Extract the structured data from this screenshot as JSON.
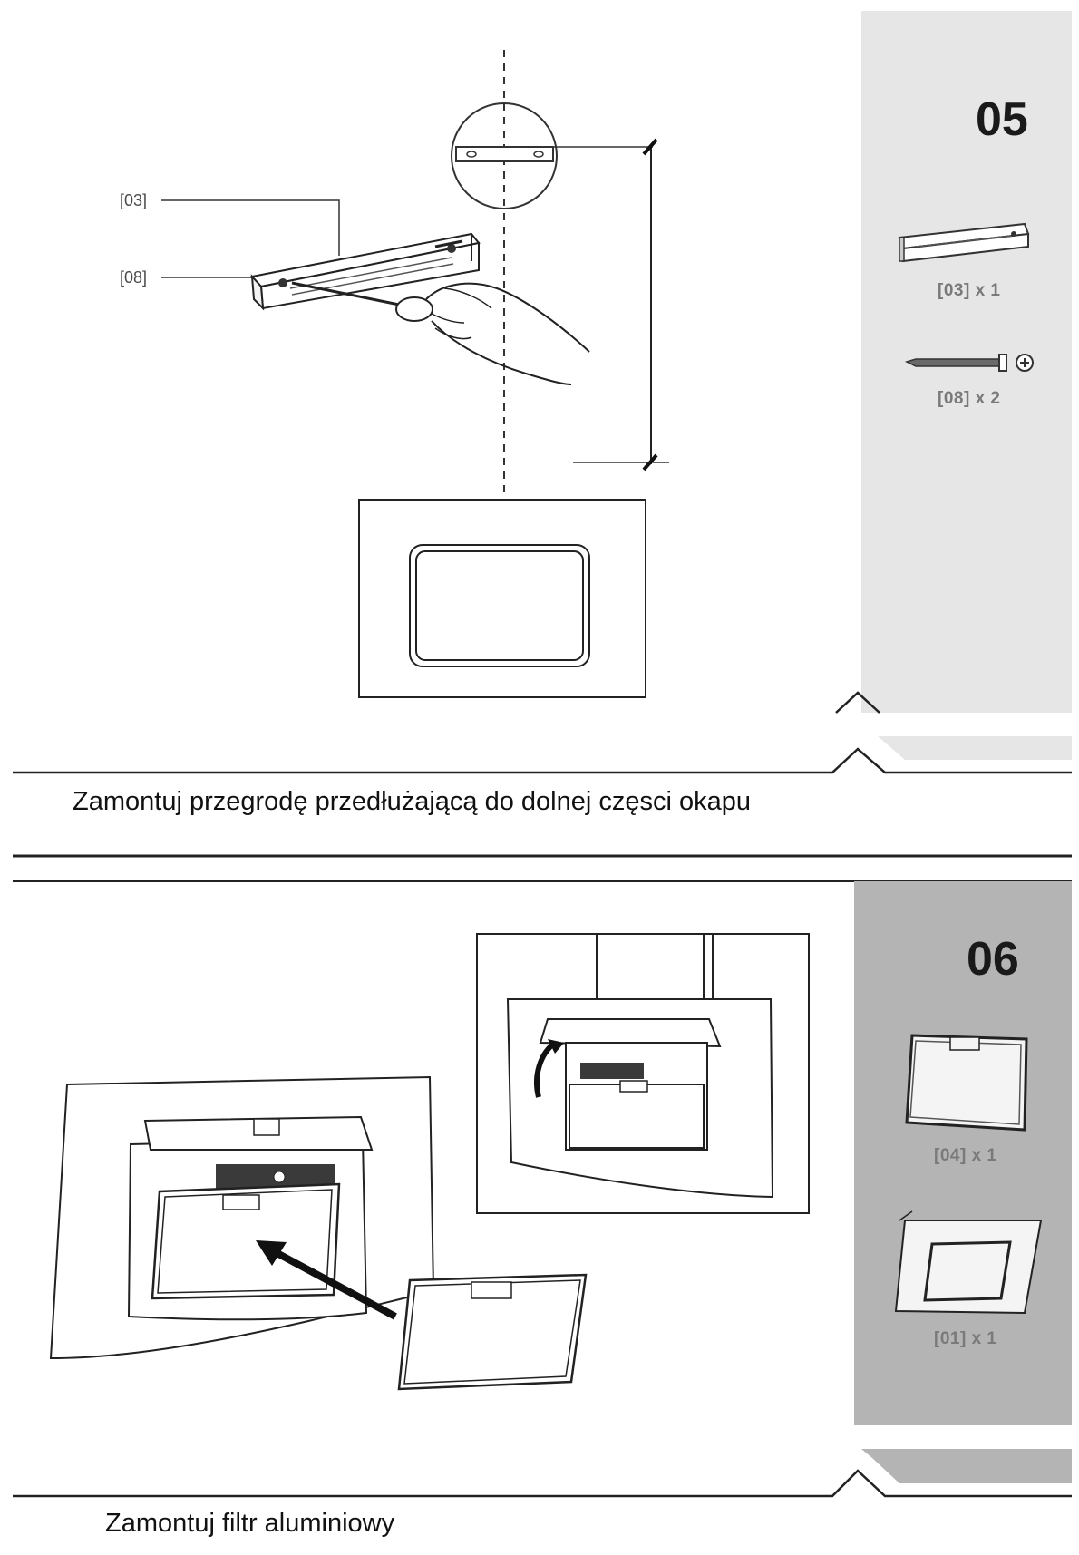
{
  "steps": [
    {
      "number": "05",
      "instruction": "Zamontuj przegrodę przedłużającą do dolnej częsci okapu",
      "callouts": [
        "[03]",
        "[08]"
      ],
      "parts": [
        {
          "label": "[03] x 1",
          "icon": "extension-bracket-icon"
        },
        {
          "label": "[08] x 2",
          "icon": "screw-icon"
        }
      ],
      "panel_color": "#e6e6e6"
    },
    {
      "number": "06",
      "instruction": "Zamontuj filtr aluminiowy",
      "parts": [
        {
          "label": "[04] x 1",
          "icon": "aluminium-filter-icon"
        },
        {
          "label": "[01] x 1",
          "icon": "hood-glass-panel-icon"
        }
      ],
      "panel_color": "#b4b4b4"
    }
  ]
}
